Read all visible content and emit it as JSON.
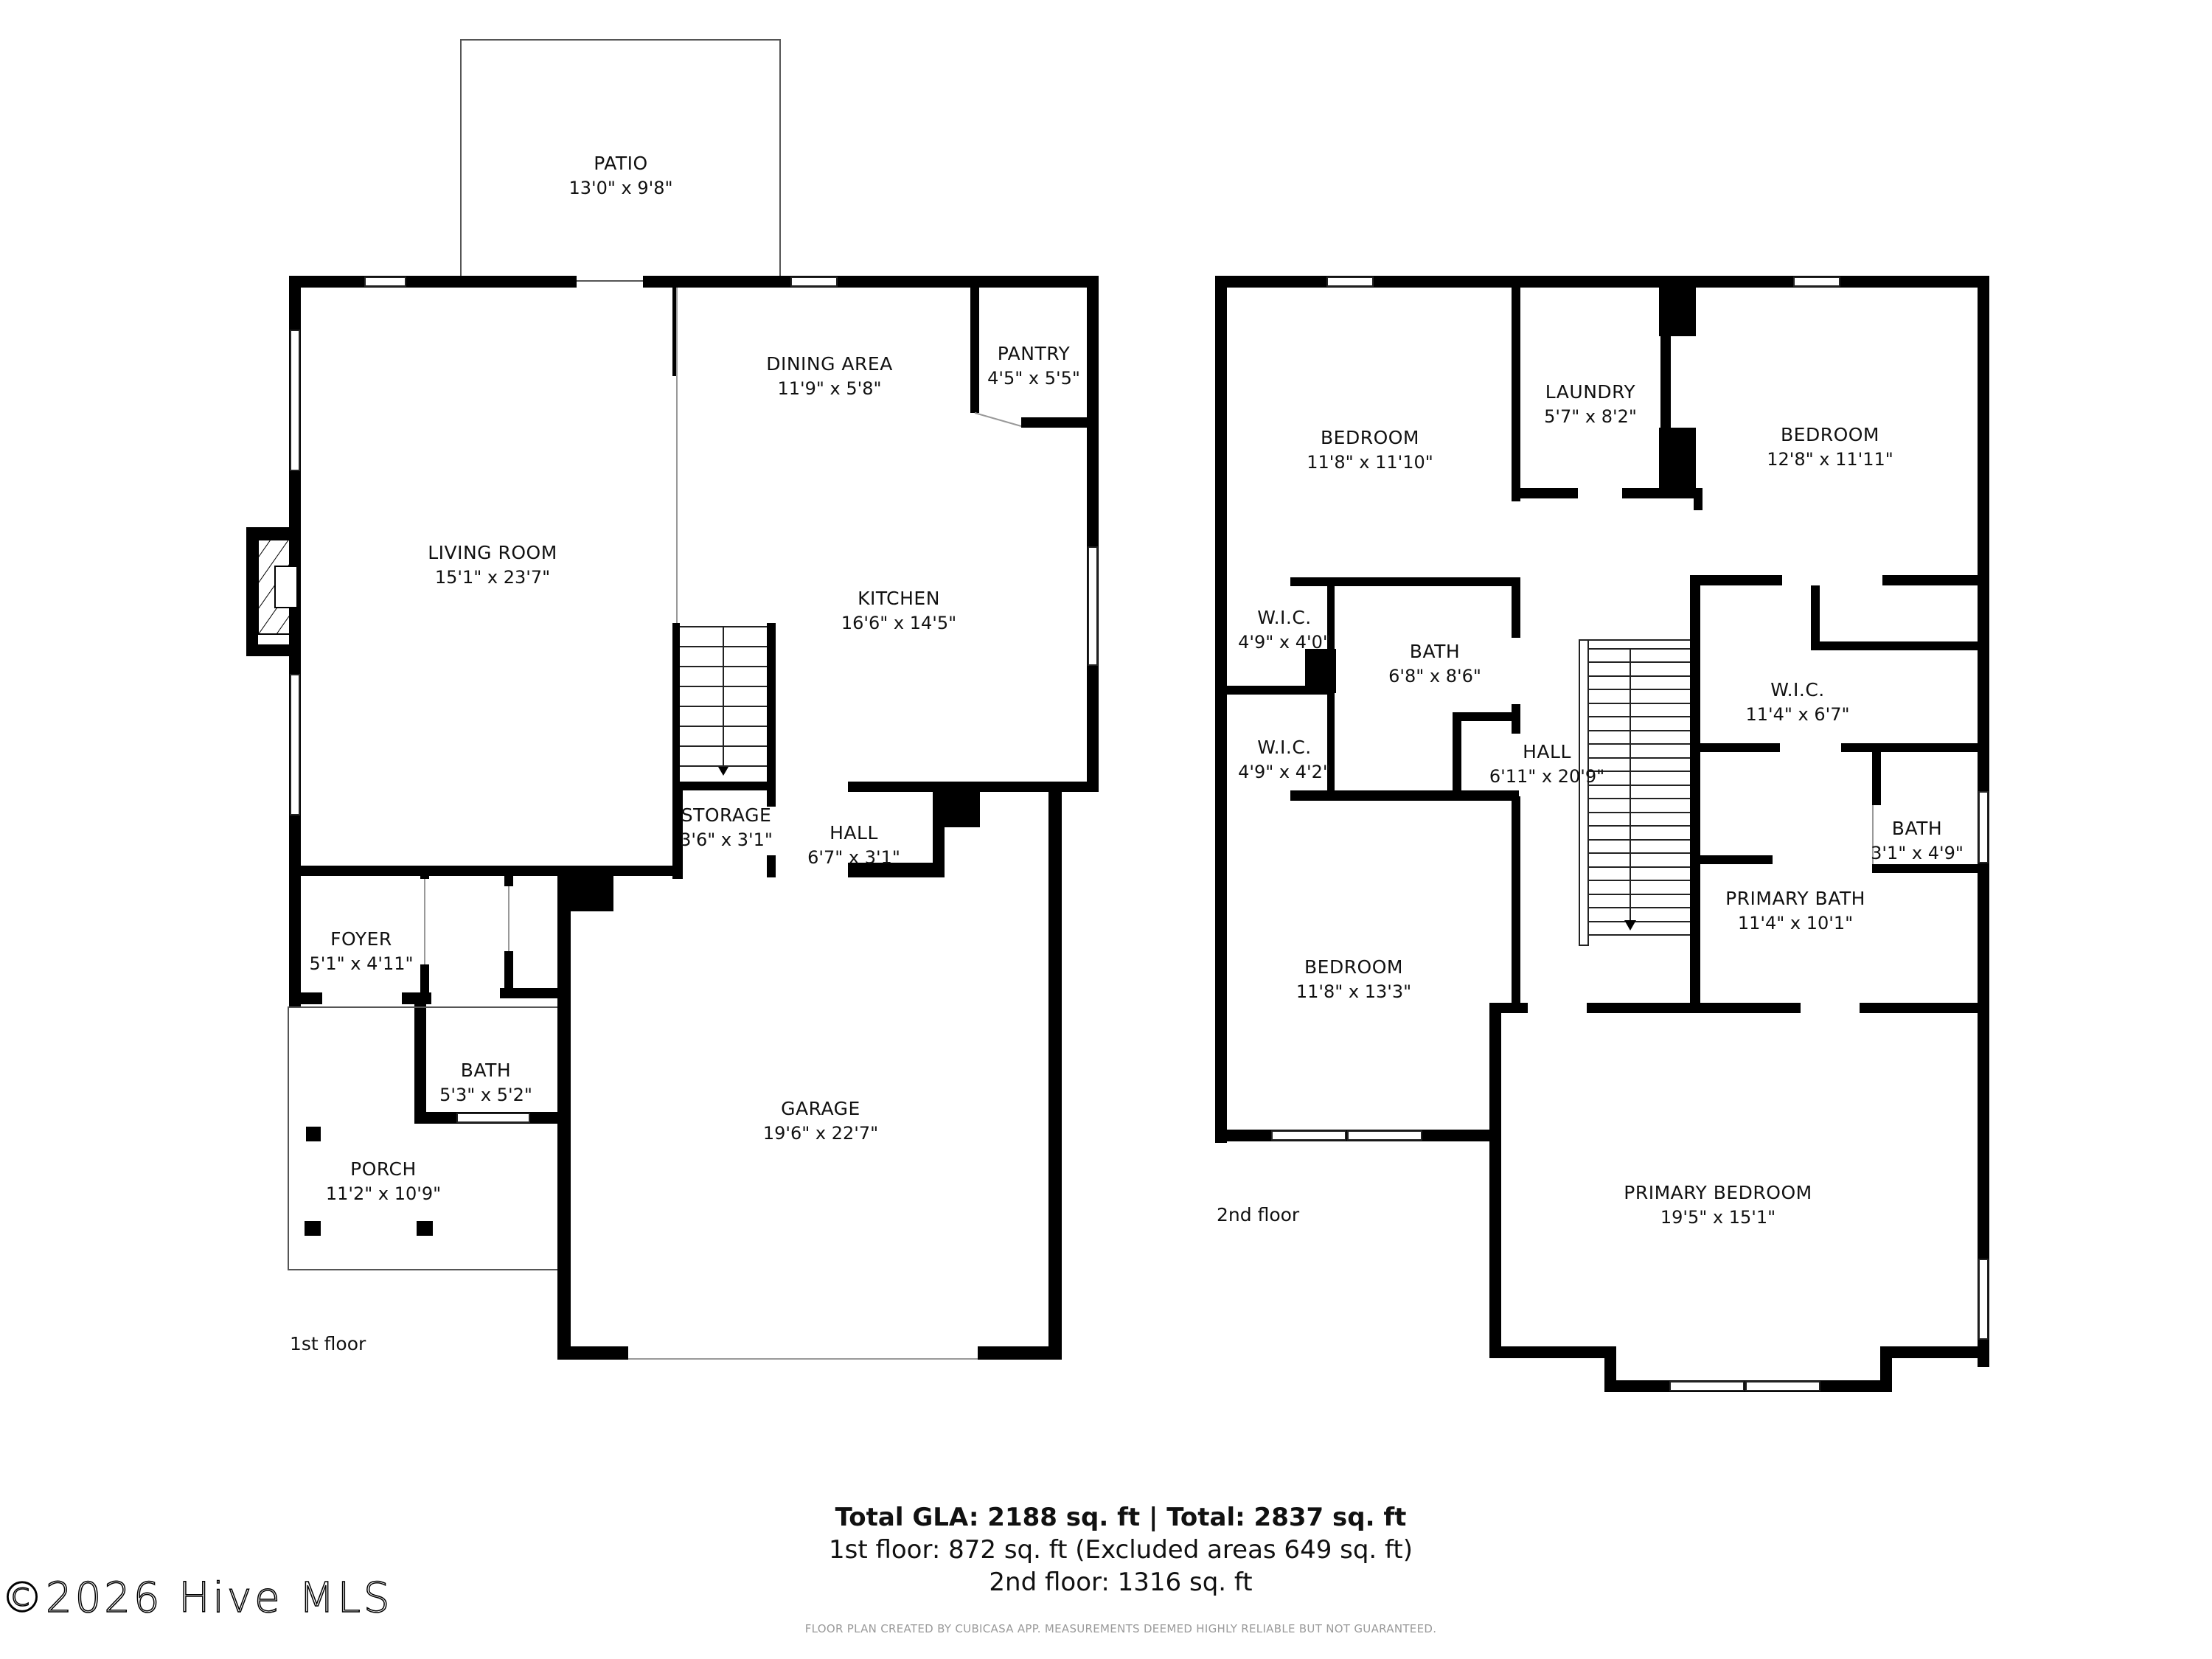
{
  "floors": [
    {
      "label": "1st floor",
      "rooms": [
        {
          "name": "PATIO",
          "dims": "13'0\" x 9'8\""
        },
        {
          "name": "LIVING ROOM",
          "dims": "15'1\" x 23'7\""
        },
        {
          "name": "DINING AREA",
          "dims": "11'9\" x 5'8\""
        },
        {
          "name": "PANTRY",
          "dims": "4'5\" x 5'5\""
        },
        {
          "name": "KITCHEN",
          "dims": "16'6\" x 14'5\""
        },
        {
          "name": "STORAGE",
          "dims": "3'6\" x 3'1\""
        },
        {
          "name": "HALL",
          "dims": "6'7\" x 3'1\""
        },
        {
          "name": "FOYER",
          "dims": "5'1\" x 4'11\""
        },
        {
          "name": "BATH",
          "dims": "5'3\" x 5'2\""
        },
        {
          "name": "PORCH",
          "dims": "11'2\" x 10'9\""
        },
        {
          "name": "GARAGE",
          "dims": "19'6\" x 22'7\""
        }
      ]
    },
    {
      "label": "2nd floor",
      "rooms": [
        {
          "name": "BEDROOM",
          "dims": "11'8\" x 11'10\""
        },
        {
          "name": "LAUNDRY",
          "dims": "5'7\" x 8'2\""
        },
        {
          "name": "BEDROOM",
          "dims": "12'8\" x 11'11\""
        },
        {
          "name": "W.I.C.",
          "dims": "4'9\" x 4'0\""
        },
        {
          "name": "BATH",
          "dims": "6'8\" x 8'6\""
        },
        {
          "name": "W.I.C.",
          "dims": "4'9\" x 4'2\""
        },
        {
          "name": "HALL",
          "dims": "6'11\" x 20'9\""
        },
        {
          "name": "W.I.C.",
          "dims": "11'4\" x 6'7\""
        },
        {
          "name": "BATH",
          "dims": "3'1\" x 4'9\""
        },
        {
          "name": "PRIMARY BATH",
          "dims": "11'4\" x 10'1\""
        },
        {
          "name": "BEDROOM",
          "dims": "11'8\" x 13'3\""
        },
        {
          "name": "PRIMARY BEDROOM",
          "dims": "19'5\" x 15'1\""
        }
      ]
    }
  ],
  "summary": {
    "total": "Total GLA: 2188 sq. ft | Total: 2837 sq. ft",
    "first_floor": "1st floor: 872 sq. ft (Excluded areas 649 sq. ft)",
    "second_floor": "2nd floor: 1316 sq. ft"
  },
  "disclaimer": "FLOOR PLAN CREATED BY CUBICASA APP. MEASUREMENTS DEEMED HIGHLY RELIABLE BUT NOT GUARANTEED.",
  "copyright": "©2026 Hive MLS",
  "colors": {
    "wall": "#000000",
    "background": "#ffffff",
    "disclaimer": "#9a9a9a"
  }
}
